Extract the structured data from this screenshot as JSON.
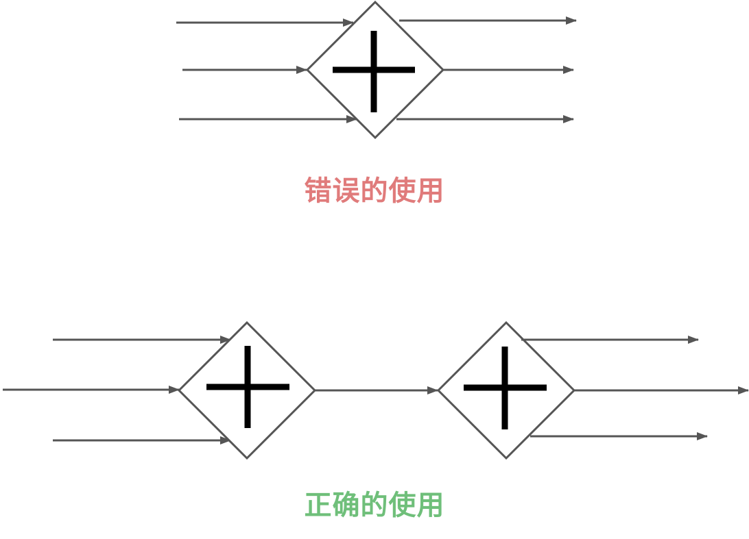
{
  "colors": {
    "line": "#555555",
    "plus": "#000000",
    "wrong": "#E07B7B",
    "right": "#6FBF7A"
  },
  "examples": {
    "wrong": {
      "caption": "错误的使用",
      "gateway_symbol": "plus-icon",
      "incoming_flows": 3,
      "outgoing_flows": 3
    },
    "right": {
      "caption": "正确的使用",
      "join_gateway_symbol": "plus-icon",
      "split_gateway_symbol": "plus-icon",
      "incoming_flows": 3,
      "connecting_flows": 1,
      "outgoing_flows": 3
    }
  }
}
